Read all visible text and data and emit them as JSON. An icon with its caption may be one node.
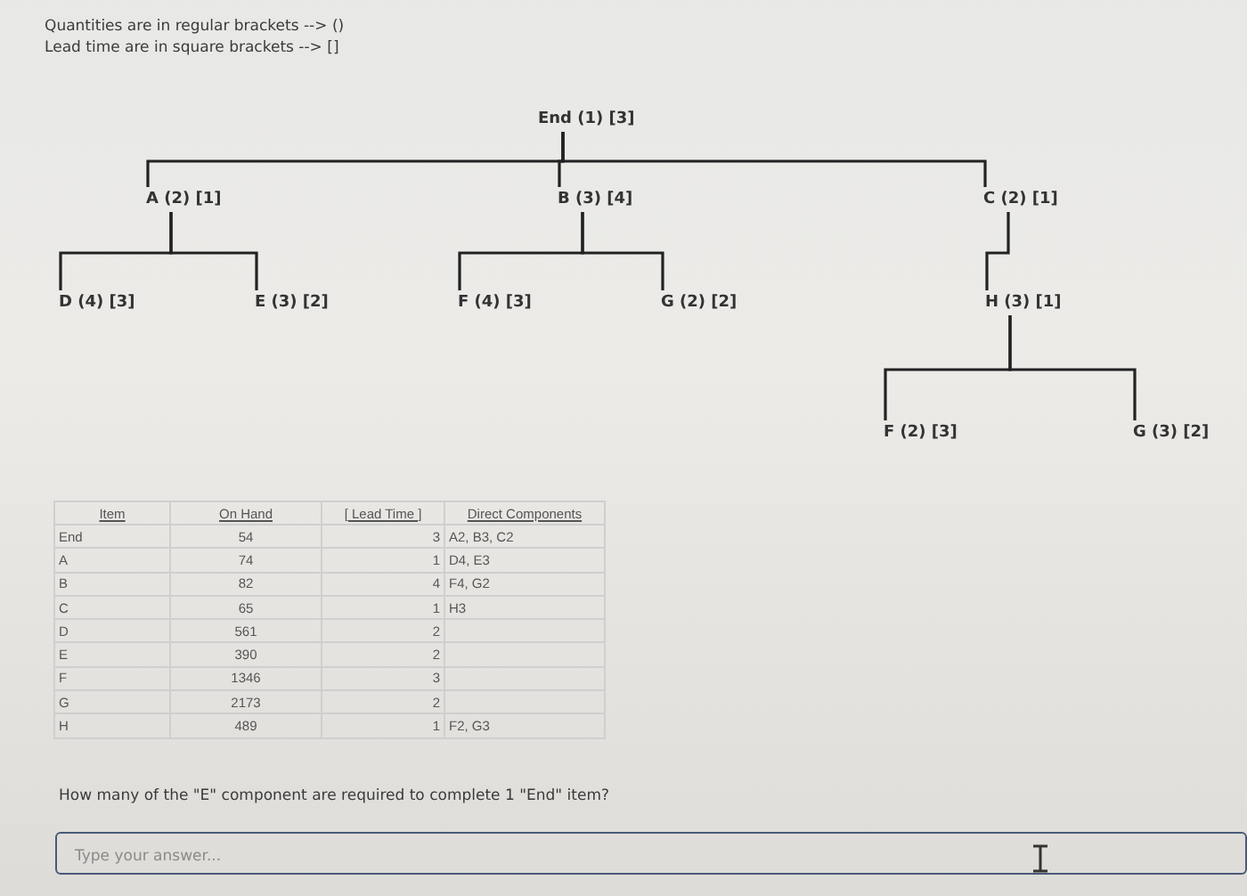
{
  "diagram": {
    "nodes": [
      {
        "text": [
          "End (1) [3]"
        ]
      },
      {
        "text": [
          "A (2) [1]"
        ]
      },
      {
        "text": [
          "B (3) [4]"
        ]
      },
      {
        "text": [
          "C (2) [1]"
        ]
      },
      {
        "text": [
          "D (4) [3]"
        ]
      },
      {
        "text": [
          "E (3) [2]"
        ]
      },
      {
        "text": [
          "F (4) [3]"
        ]
      },
      {
        "text": [
          "G (2) [2]"
        ]
      },
      {
        "text": [
          "H (3) [1]"
        ]
      },
      {
        "text": [
          "F (2) [3]"
        ]
      },
      {
        "text": [
          "G (3) [2]"
        ]
      }
    ],
    "edges": [
      {
        "from": 0,
        "to": 1,
        "arrow": "none"
      },
      {
        "from": 0,
        "to": 2,
        "arrow": "none"
      },
      {
        "from": 0,
        "to": 3,
        "arrow": "none"
      },
      {
        "from": 1,
        "to": 4,
        "arrow": "none"
      },
      {
        "from": 1,
        "to": 5,
        "arrow": "none"
      },
      {
        "from": 2,
        "to": 6,
        "arrow": "none"
      },
      {
        "from": 2,
        "to": 7,
        "arrow": "none"
      },
      {
        "from": 3,
        "to": 8,
        "arrow": "none"
      },
      {
        "from": 8,
        "to": 9,
        "arrow": "none"
      },
      {
        "from": 8,
        "to": 10,
        "arrow": "none"
      }
    ],
    "labels": [
      "Quantities are in regular brackets --> ()",
      "Lead time are in square brackets --> []",
      "Item",
      "On Hand",
      "[ Lead Time ]",
      "Direct Components",
      "End",
      "54",
      "3",
      "A2, B3, C2",
      "A",
      "74",
      "1",
      "D4, E3",
      "B",
      "82",
      "4",
      "F4, G2",
      "C",
      "65",
      "1",
      "H3",
      "D",
      "561",
      "2",
      "E",
      "390",
      "2",
      "F",
      "1346",
      "3",
      "G",
      "2173",
      "2",
      "H",
      "489",
      "1",
      "F2, G3",
      "How many of the \"E\" component are required to complete 1 \"End\" item?",
      "Type your answer..."
    ]
  }
}
